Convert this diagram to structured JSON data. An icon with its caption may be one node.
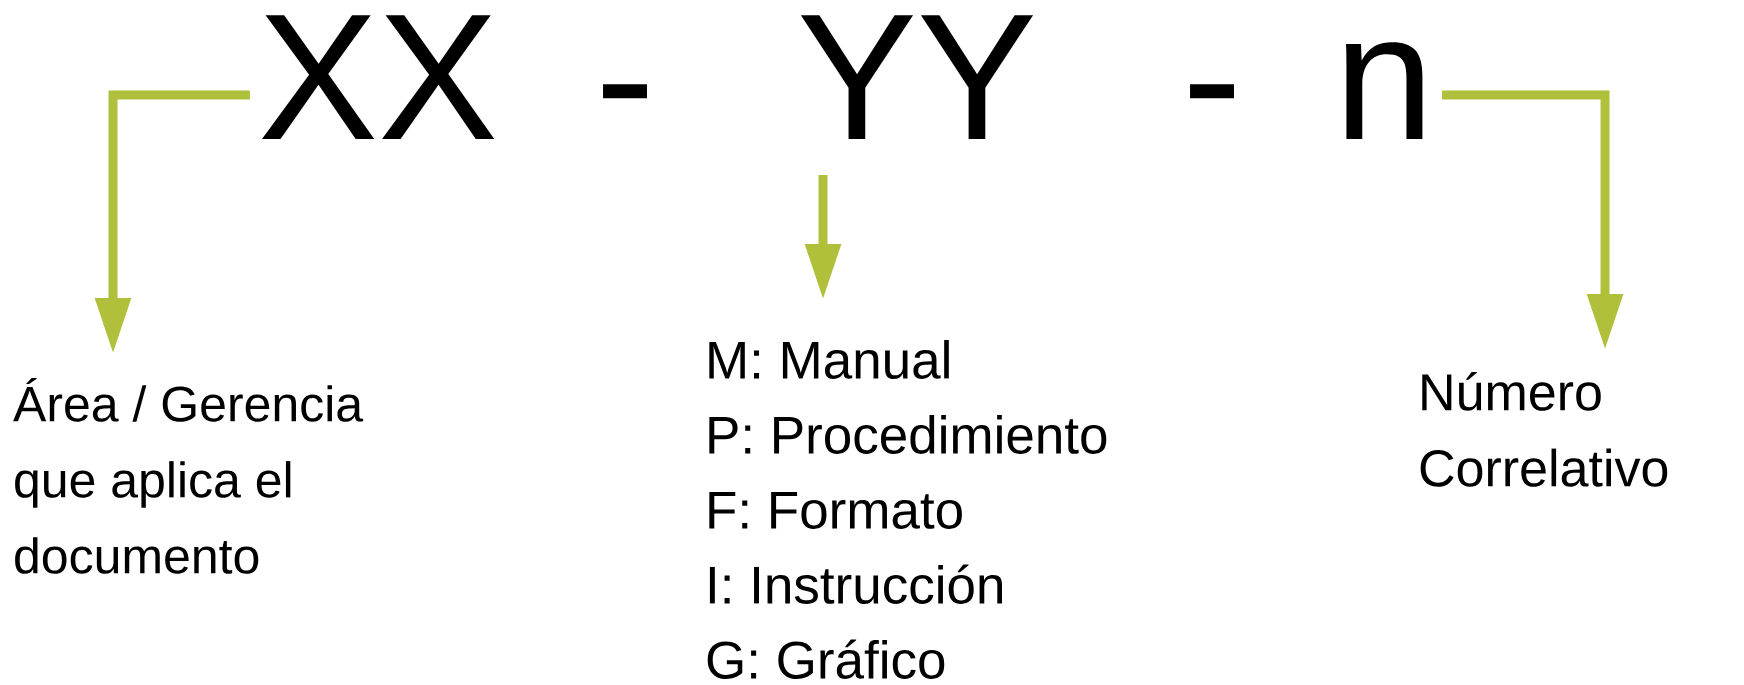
{
  "diagram": {
    "nodes": [
      {
        "text": [
          "XX"
        ]
      },
      {
        "text": [
          "YY"
        ]
      },
      {
        "text": [
          "n"
        ]
      },
      {
        "text": [
          "Área / Gerencia que aplica el documento"
        ]
      },
      {
        "text": [
          "M: Manual",
          "P: Procedimiento",
          "F: Formato",
          "I: Instrucción",
          "G: Gráfico"
        ]
      },
      {
        "text": [
          "Número Correlativo"
        ]
      }
    ],
    "edges": [
      {
        "from": 0,
        "to": 3,
        "arrow": "to",
        "color": "#b0c03a"
      },
      {
        "from": 1,
        "to": 4,
        "arrow": "to",
        "color": "#b0c03a"
      },
      {
        "from": 2,
        "to": 5,
        "arrow": "to",
        "color": "#b0c03a"
      }
    ],
    "labels": [
      "-",
      "-"
    ]
  }
}
